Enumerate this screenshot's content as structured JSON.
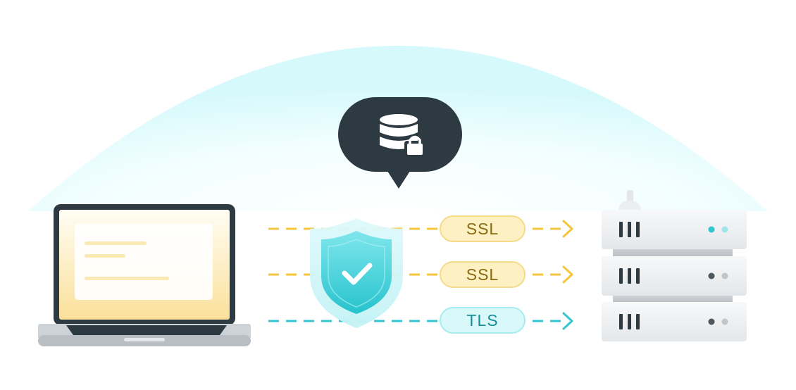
{
  "connections": [
    {
      "protocol": "SSL",
      "kind": "ssl"
    },
    {
      "protocol": "SSL",
      "kind": "ssl"
    },
    {
      "protocol": "TLS",
      "kind": "tls"
    }
  ],
  "colors": {
    "ssl_line": "#f7c53c",
    "tls_line": "#33c6cf",
    "bubble": "#2e3a42",
    "dome": "#d9fafc",
    "shield": "#3ccbd6"
  },
  "icons": {
    "bubble": "database-lock-icon",
    "shield": "shield-check-icon",
    "client": "laptop-icon",
    "server": "server-rack-icon"
  }
}
